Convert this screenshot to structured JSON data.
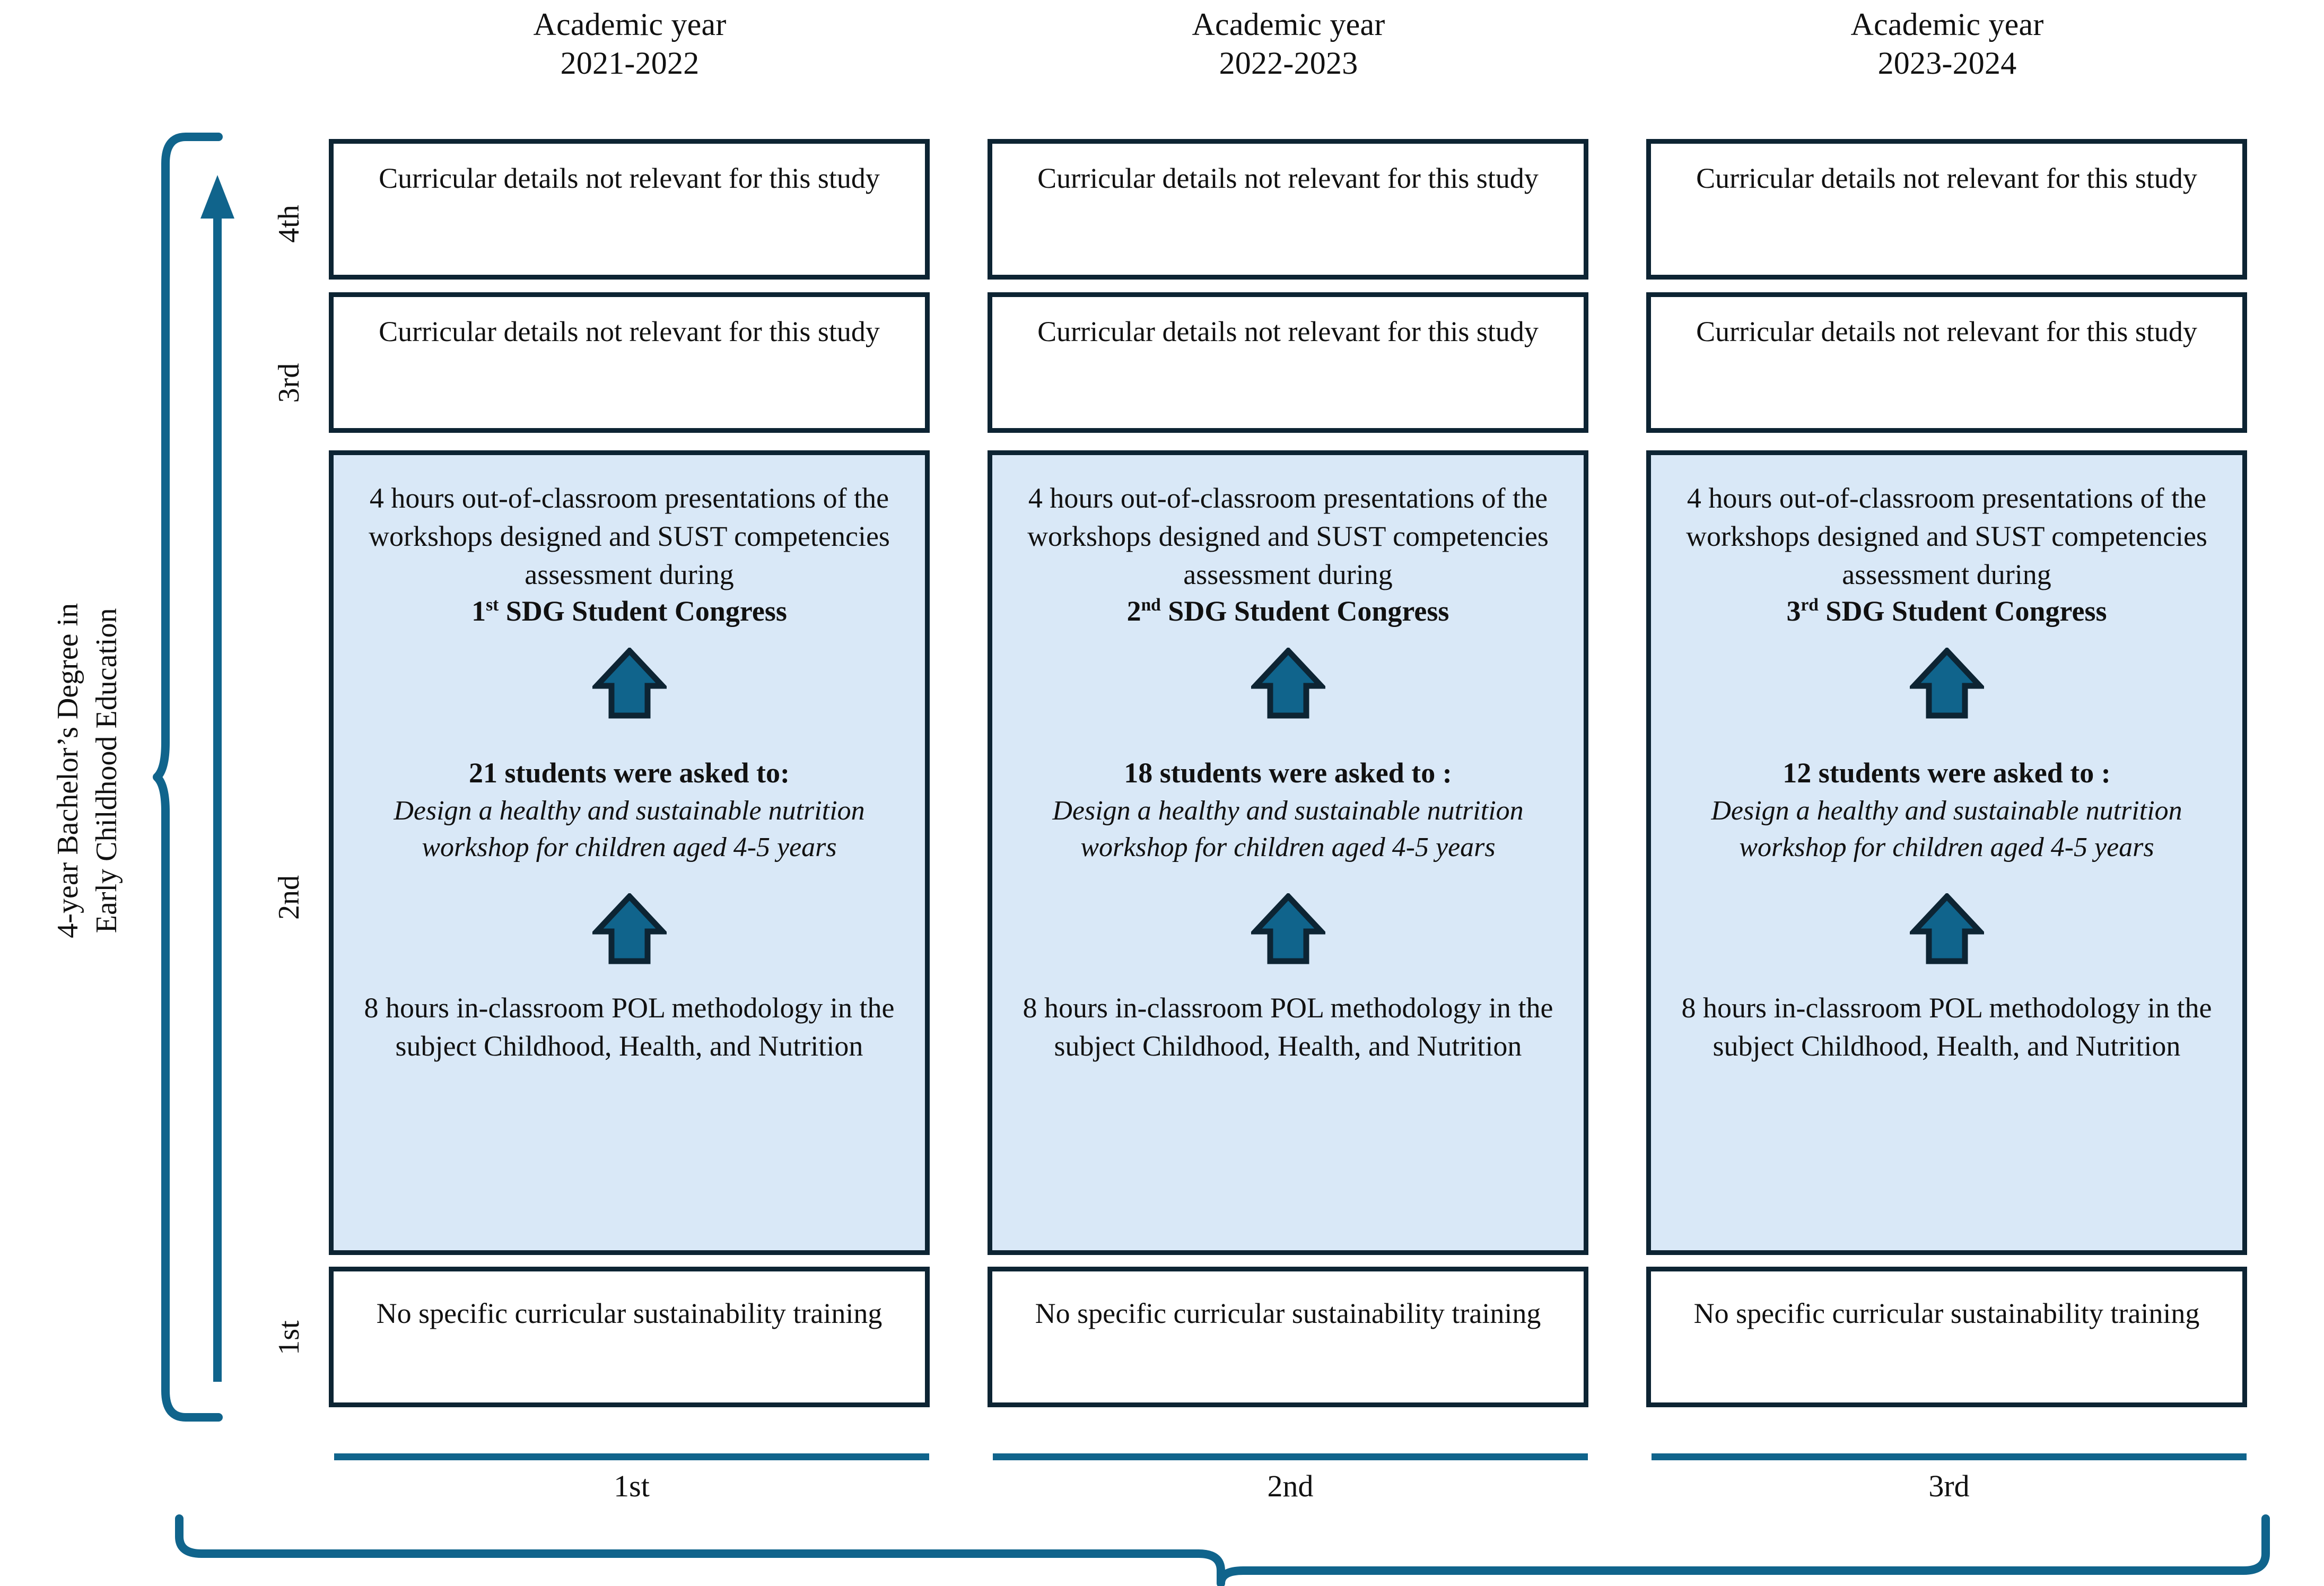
{
  "diagram": {
    "title_axis_vertical": "4-year Bachelor's Degree in Early Childhood Education",
    "degree_label_line1": "4-year Bachelor’s Degree in",
    "degree_label_line2": "Early Childhood Education",
    "year_levels": [
      "4th",
      "3rd",
      "2nd",
      "1st"
    ],
    "semester_labels": [
      "1st",
      "2nd",
      "3rd"
    ],
    "colors": {
      "box_border": "#0d2433",
      "highlight_fill": "#d9e8f7",
      "teal_accent": "#10648c",
      "arrow_fill": "#10648c",
      "arrow_stroke": "#0d2433",
      "text": "#111111"
    },
    "icons": {
      "up_arrow": "arrow-up-icon",
      "vertical_progress_arrow": "progress-arrow-up-icon",
      "left_brace": "curly-brace-icon",
      "bottom_brace": "bottom-brace-icon"
    }
  },
  "columns": [
    {
      "header_line1": "Academic year",
      "header_line2": "2021-2022",
      "semester": "1st",
      "year4": "Curricular details not relevant for this study",
      "year3": "Curricular details not relevant for this study",
      "year1": "No specific curricular sustainability training",
      "year2": {
        "top_text": "4 hours out-of-classroom presentations of the workshops designed and SUST competencies assessment during",
        "congress_ordinal": "1",
        "congress_ordinal_suffix": "st",
        "congress_name": "SDG Student Congress",
        "students_line": "21 students were asked to:",
        "task_text": "Design a healthy and sustainable nutrition workshop for children aged 4-5 years",
        "bottom_text": "8 hours in-classroom POL methodology in the subject Childhood, Health, and Nutrition"
      }
    },
    {
      "header_line1": "Academic year",
      "header_line2": "2022-2023",
      "semester": "2nd",
      "year4": "Curricular details not relevant for this study",
      "year3": "Curricular details not relevant for this study",
      "year1": "No specific curricular sustainability training",
      "year2": {
        "top_text": "4 hours out-of-classroom presentations of the workshops designed and SUST competencies assessment during",
        "congress_ordinal": "2",
        "congress_ordinal_suffix": "nd",
        "congress_name": "SDG Student Congress",
        "students_line": "18 students were asked to :",
        "task_text": "Design a healthy and sustainable nutrition workshop for children aged 4-5 years",
        "bottom_text": "8 hours in-classroom POL methodology in the subject Childhood, Health, and Nutrition"
      }
    },
    {
      "header_line1": "Academic year",
      "header_line2": "2023-2024",
      "semester": "3rd",
      "year4": "Curricular details not relevant for this study",
      "year3": "Curricular details not relevant for this study",
      "year1": "No specific curricular sustainability training",
      "year2": {
        "top_text": "4 hours out-of-classroom presentations of the workshops designed and SUST competencies assessment during",
        "congress_ordinal": "3",
        "congress_ordinal_suffix": "rd",
        "congress_name": "SDG Student Congress",
        "students_line": "12 students were asked to :",
        "task_text": "Design a healthy and sustainable nutrition workshop for children aged 4-5 years",
        "bottom_text": "8 hours in-classroom POL methodology in the subject Childhood, Health, and Nutrition"
      }
    }
  ]
}
